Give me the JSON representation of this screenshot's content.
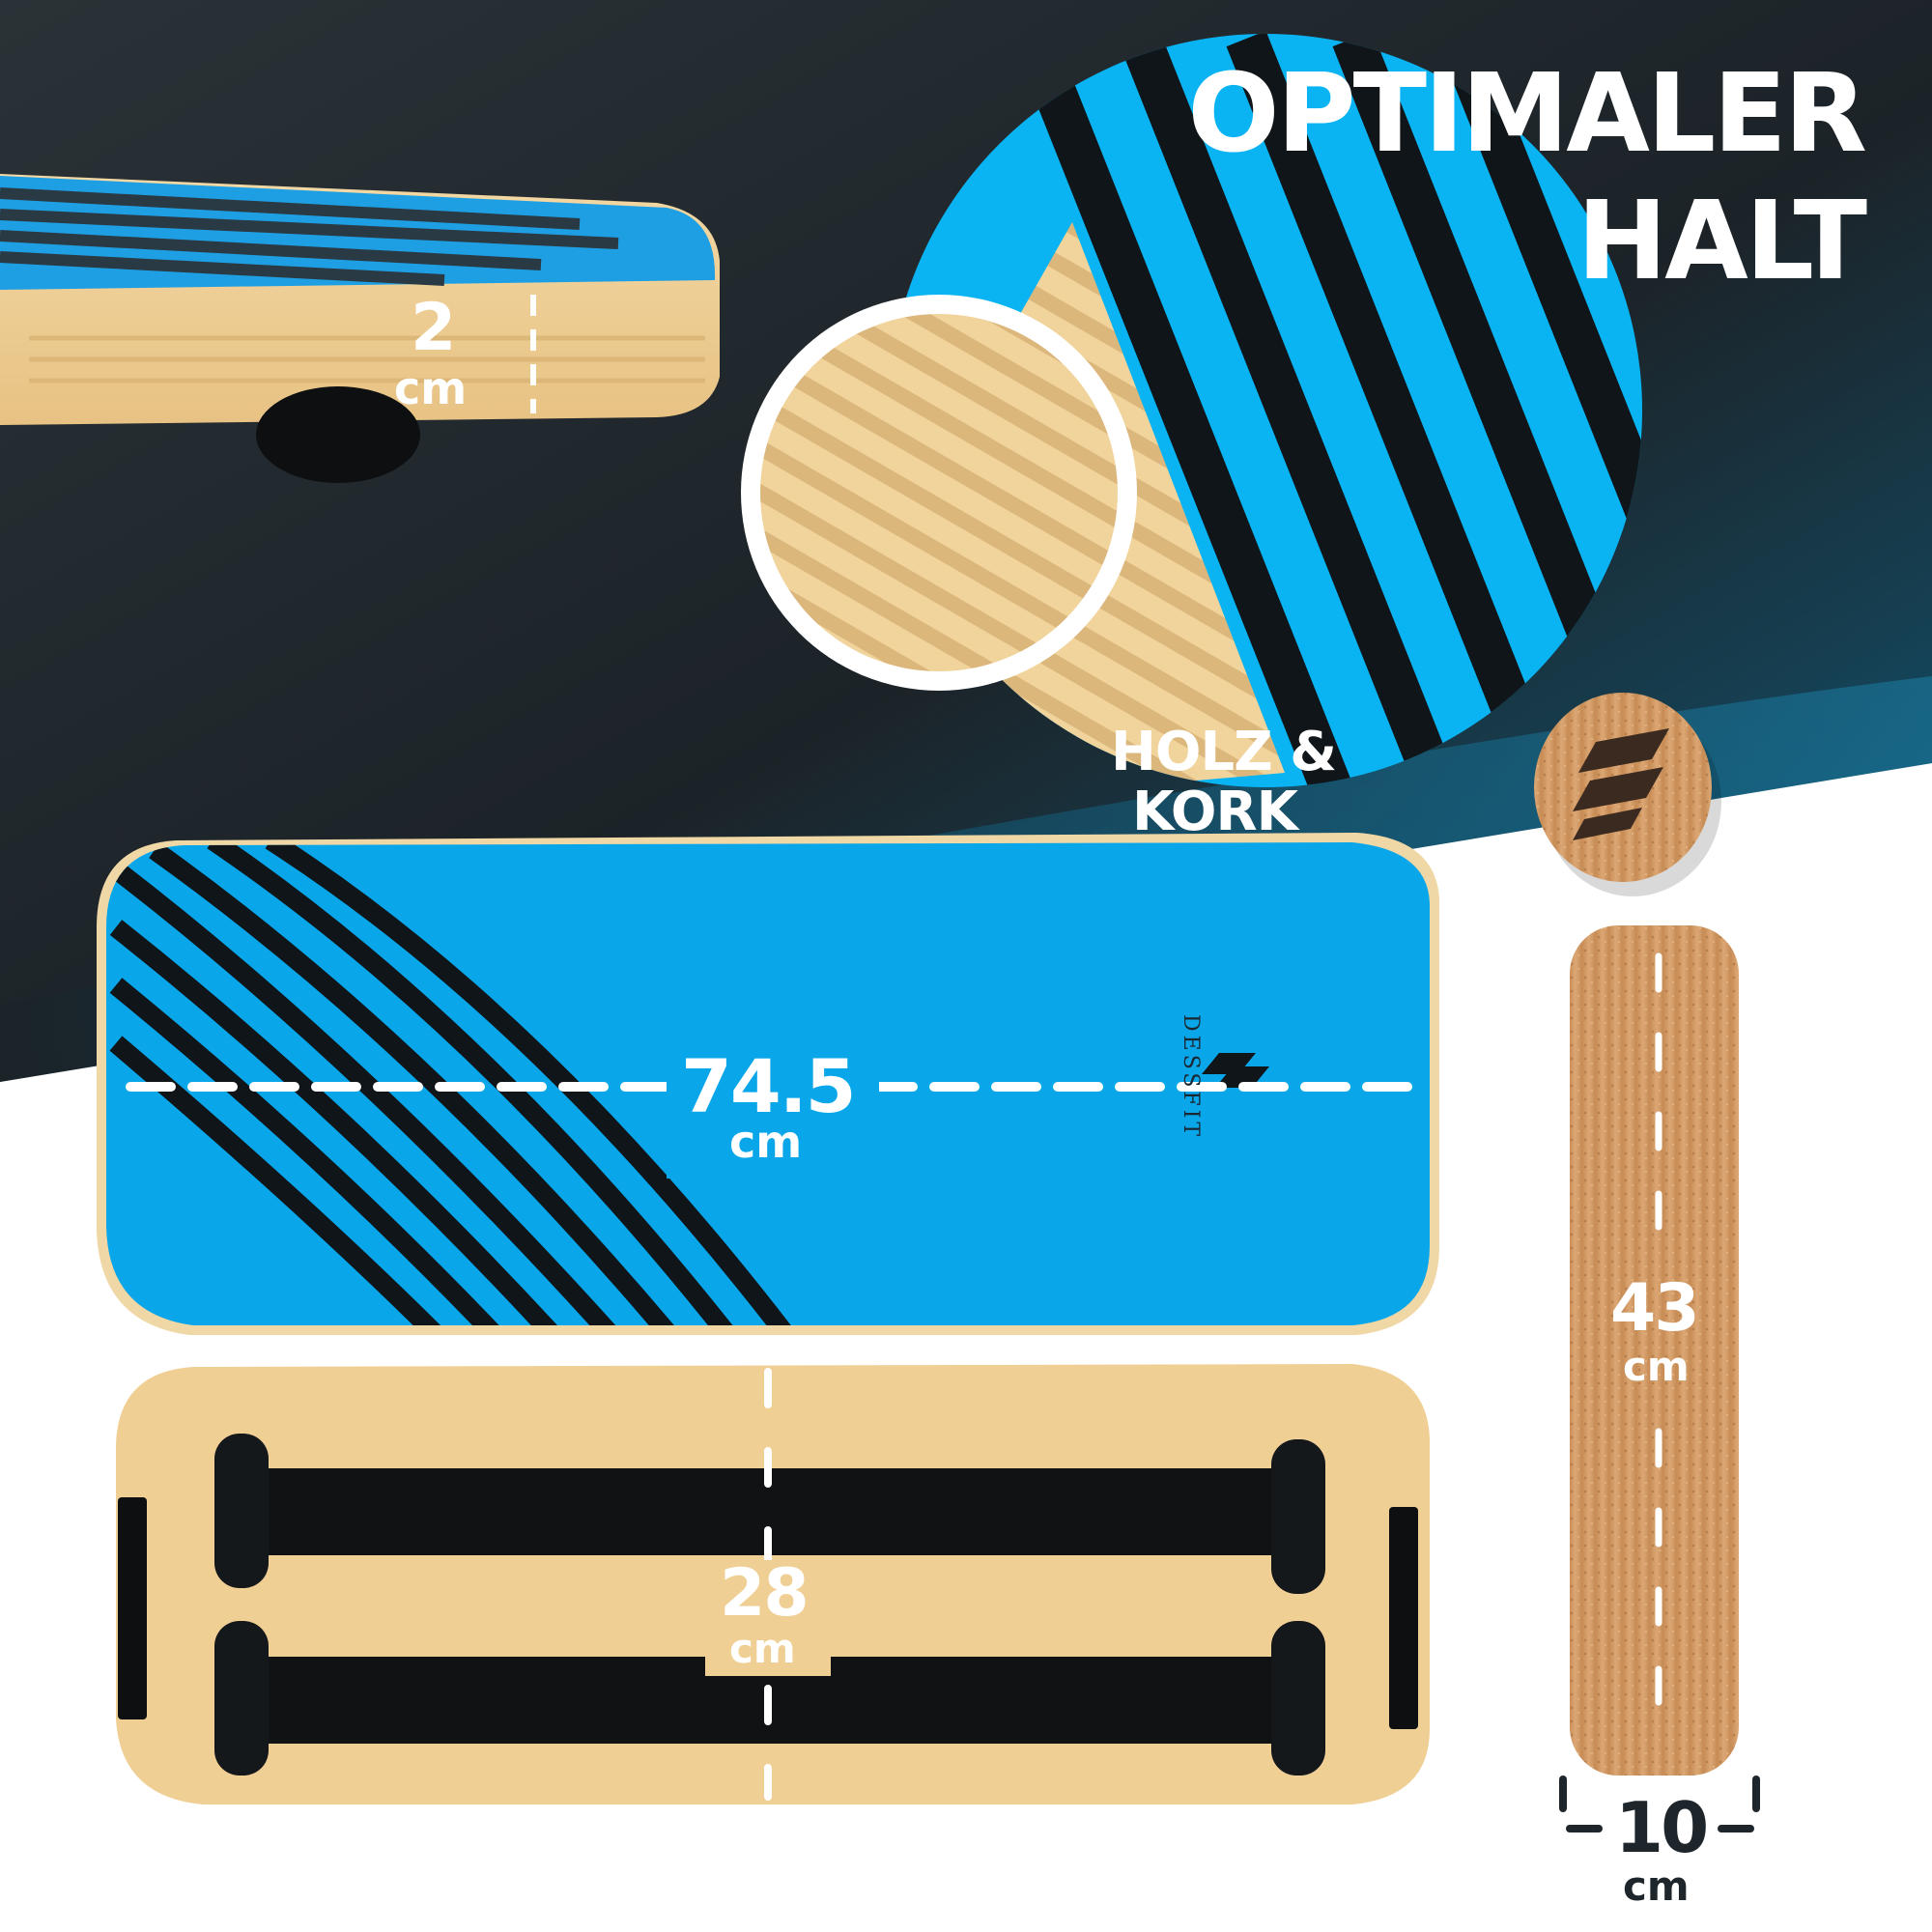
{
  "headline": {
    "line1": "OPTIMALER",
    "line2": "HALT"
  },
  "material_label": {
    "line1": "HOLZ &",
    "line2": "KORK"
  },
  "brand": {
    "name": "DESSFIT"
  },
  "dimensions": {
    "thickness": {
      "value": "2",
      "unit": "cm"
    },
    "board_length": {
      "value": "74.5",
      "unit": "cm"
    },
    "board_width": {
      "value": "28",
      "unit": "cm"
    },
    "roller_length": {
      "value": "43",
      "unit": "cm"
    },
    "roller_diameter": {
      "value": "10",
      "unit": "cm"
    }
  },
  "colors": {
    "background_dark": "#1f262b",
    "background_teal": "#0e5a78",
    "board_blue": "#0aa6ea",
    "stripe_black": "#111417",
    "wood": "#f0cf94",
    "cork": "#d39a62",
    "text_white": "#ffffff",
    "text_dark": "#1f262b"
  }
}
